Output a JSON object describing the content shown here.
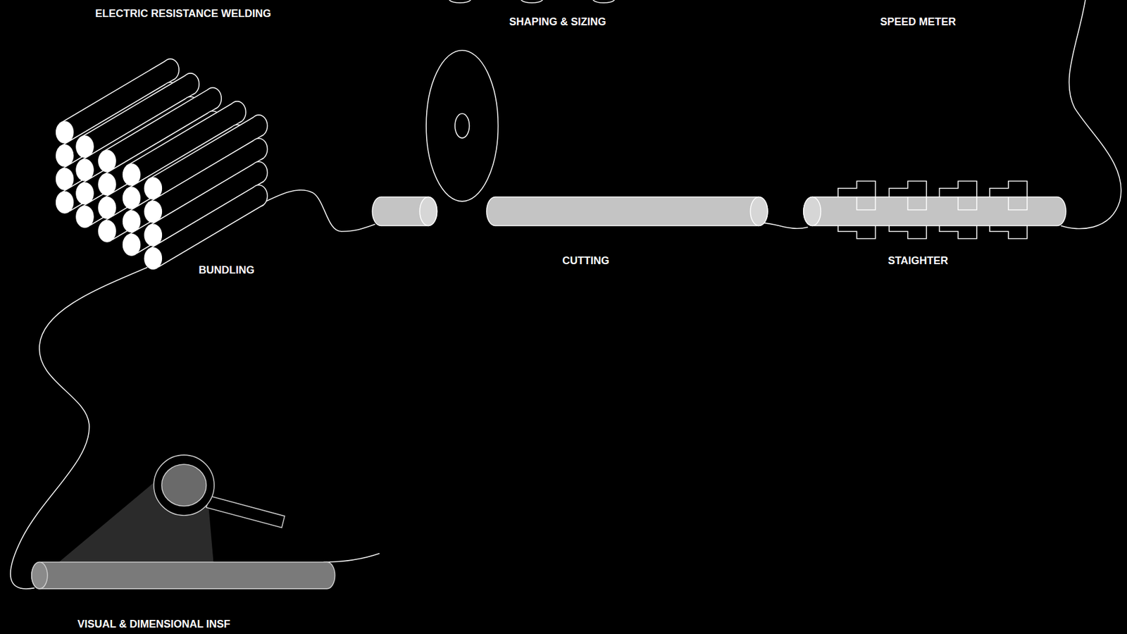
{
  "diagram": {
    "labels": [
      "ELECTRIC RESISTANCE WELDING",
      "SHAPING & SIZING",
      "SPEED METER",
      "BUNDLING",
      "CUTTING",
      "STAIGHTER",
      "VISUAL & DIMENSIONAL INSF"
    ]
  }
}
